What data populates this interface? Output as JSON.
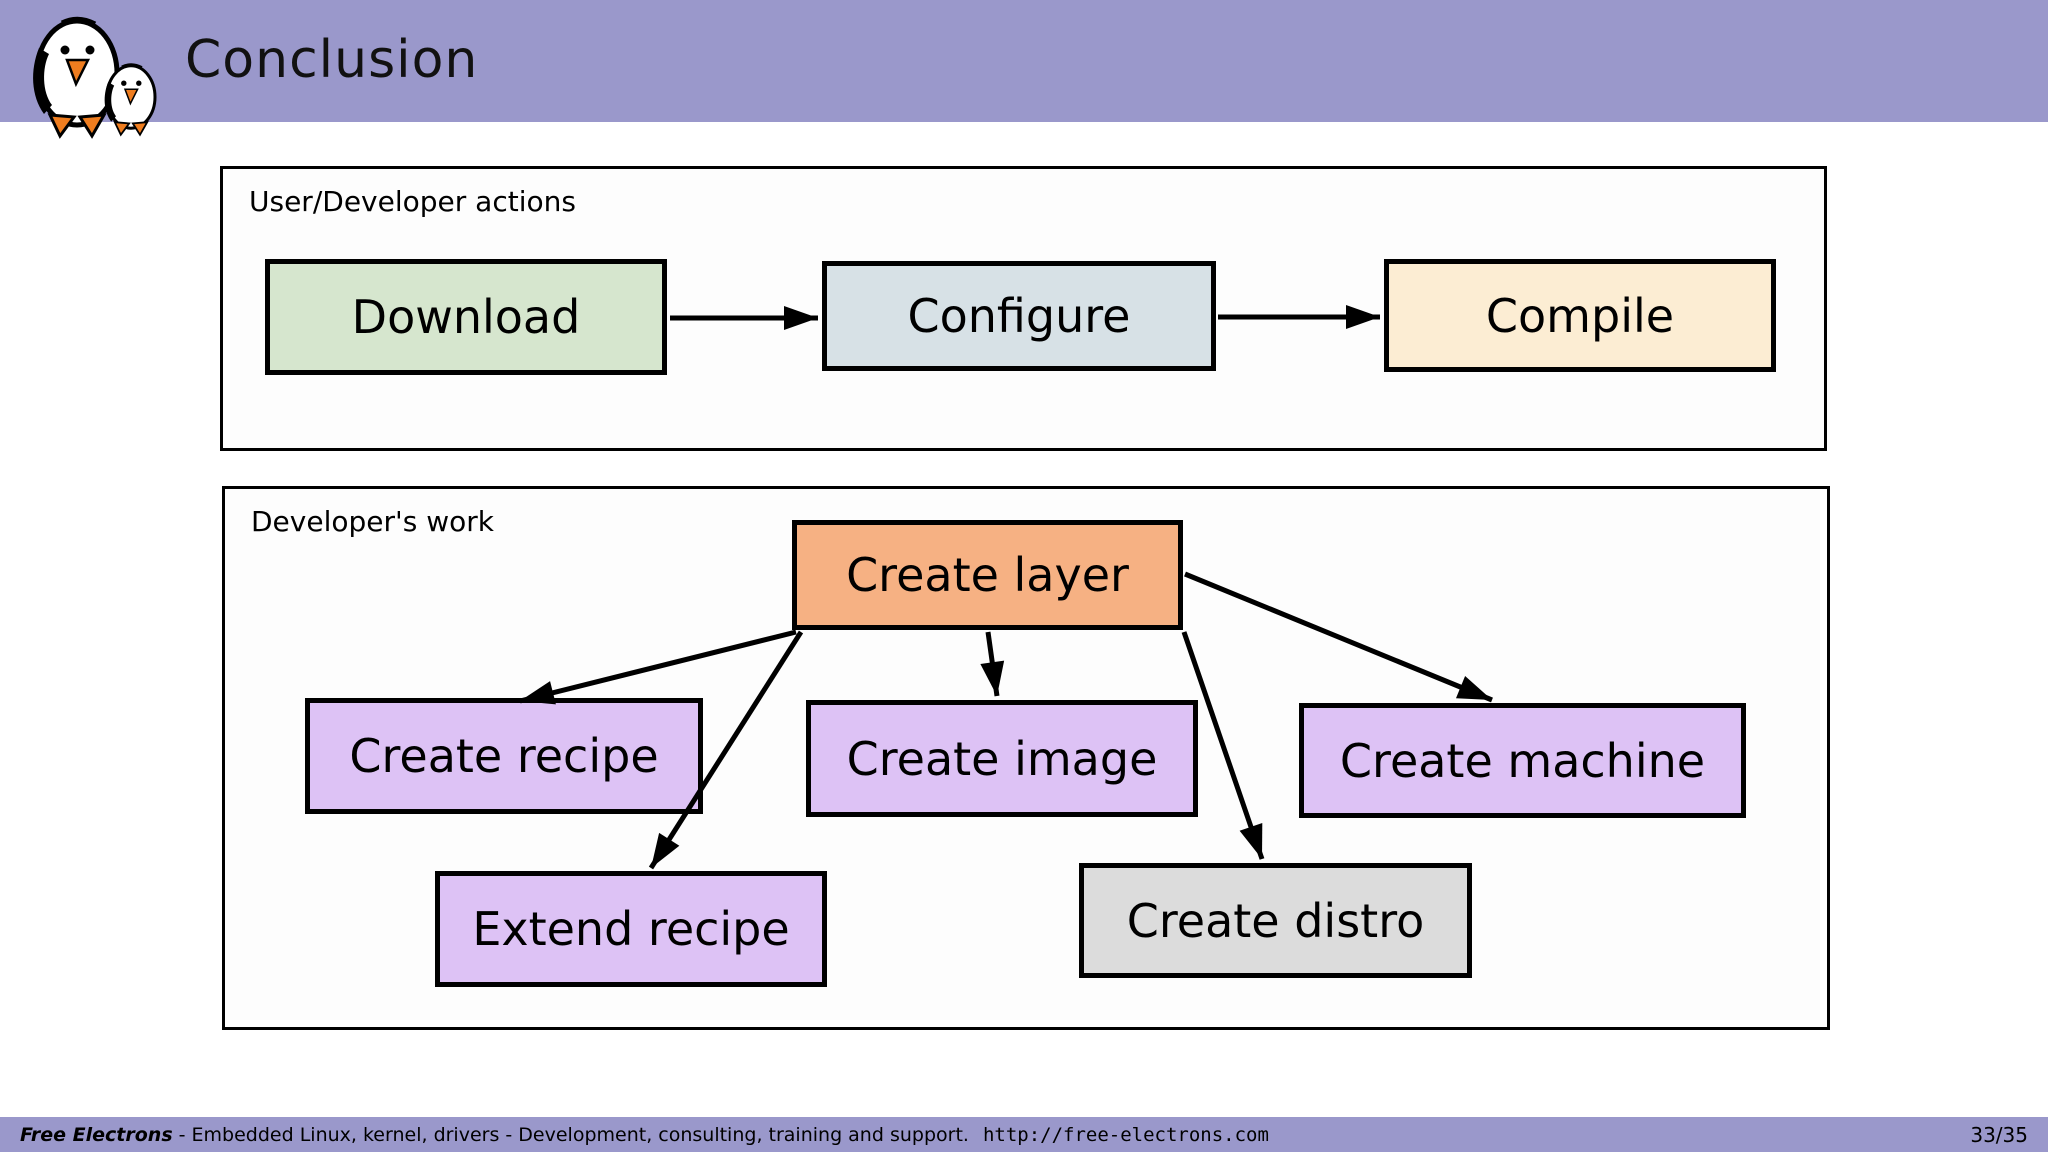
{
  "slide": {
    "title": "Conclusion",
    "page_number": "33/35"
  },
  "footer": {
    "brand": "Free Electrons",
    "description": "- Embedded Linux, kernel, drivers - Development, consulting, training and support.",
    "url": "http://free-electrons.com"
  },
  "diagram": {
    "groups": [
      {
        "id": "user-developer-actions",
        "label": "User/Developer actions"
      },
      {
        "id": "developers-work",
        "label": "Developer's work"
      }
    ],
    "nodes": [
      {
        "id": "download",
        "label": "Download",
        "fill": "#d6e6ce",
        "group": "user-developer-actions"
      },
      {
        "id": "configure",
        "label": "Configure",
        "fill": "#d7e1e6",
        "group": "user-developer-actions"
      },
      {
        "id": "compile",
        "label": "Compile",
        "fill": "#fcedd3",
        "group": "user-developer-actions"
      },
      {
        "id": "create-layer",
        "label": "Create layer",
        "fill": "#f6b183",
        "group": "developers-work"
      },
      {
        "id": "create-recipe",
        "label": "Create recipe",
        "fill": "#ddc2f5",
        "group": "developers-work"
      },
      {
        "id": "create-image",
        "label": "Create image",
        "fill": "#ddc2f5",
        "group": "developers-work"
      },
      {
        "id": "create-machine",
        "label": "Create machine",
        "fill": "#ddc2f5",
        "group": "developers-work"
      },
      {
        "id": "extend-recipe",
        "label": "Extend recipe",
        "fill": "#ddc2f5",
        "group": "developers-work"
      },
      {
        "id": "create-distro",
        "label": "Create distro",
        "fill": "#dcdcdc",
        "group": "developers-work"
      }
    ],
    "edges": [
      {
        "from": "download",
        "to": "configure"
      },
      {
        "from": "configure",
        "to": "compile"
      },
      {
        "from": "create-layer",
        "to": "create-recipe"
      },
      {
        "from": "create-layer",
        "to": "extend-recipe"
      },
      {
        "from": "create-layer",
        "to": "create-image"
      },
      {
        "from": "create-layer",
        "to": "create-distro"
      },
      {
        "from": "create-layer",
        "to": "create-machine"
      }
    ]
  },
  "colors": {
    "band": "#9a98cb",
    "border": "#000000",
    "background": "#ffffff",
    "penguin_orange": "#ef7d1f"
  }
}
